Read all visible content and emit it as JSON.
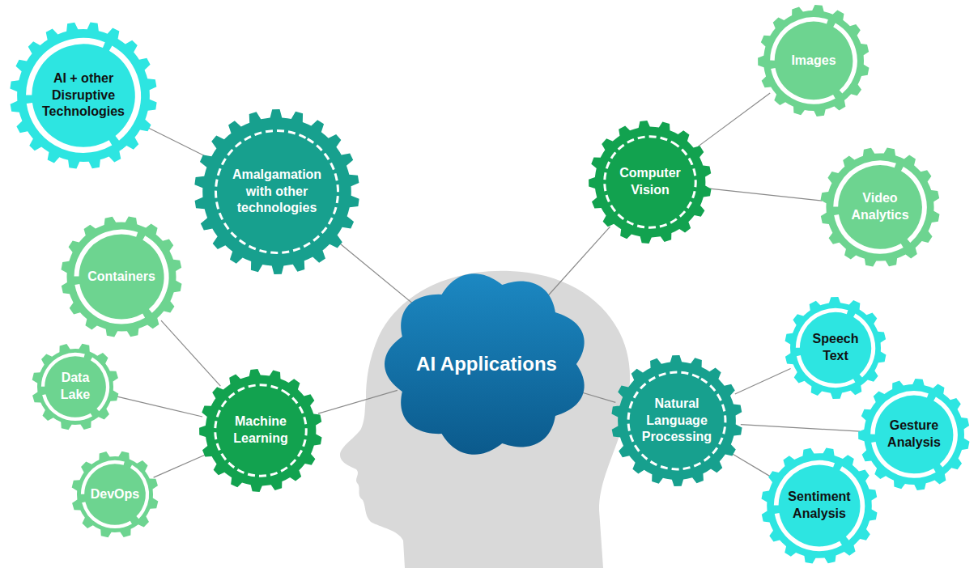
{
  "diagram": {
    "nodes": [
      {
        "text": [
          "AI + other Disruptive Technologies"
        ]
      },
      {
        "text": [
          "Amalgamation with other technologies"
        ]
      },
      {
        "text": [
          "Images"
        ]
      },
      {
        "text": [
          "Computer Vision"
        ]
      },
      {
        "text": [
          "Video Analytics"
        ]
      },
      {
        "text": [
          "Containers"
        ]
      },
      {
        "text": [
          "AI Applications"
        ]
      },
      {
        "text": [
          "Speech Text"
        ]
      },
      {
        "text": [
          "Data Lake"
        ]
      },
      {
        "text": [
          "Machine Learning"
        ]
      },
      {
        "text": [
          "Natural Language Processing"
        ]
      },
      {
        "text": [
          "Gesture Analysis"
        ]
      },
      {
        "text": [
          "DevOps"
        ]
      },
      {
        "text": [
          "Sentiment Analysis"
        ]
      }
    ],
    "edges": [
      {
        "from": 1,
        "to": 0,
        "arrow": "none"
      },
      {
        "from": 6,
        "to": 1,
        "arrow": "none"
      },
      {
        "from": 6,
        "to": 3,
        "arrow": "none"
      },
      {
        "from": 3,
        "to": 2,
        "arrow": "none"
      },
      {
        "from": 3,
        "to": 4,
        "arrow": "none"
      },
      {
        "from": 6,
        "to": 9,
        "arrow": "none"
      },
      {
        "from": 9,
        "to": 5,
        "arrow": "none"
      },
      {
        "from": 9,
        "to": 8,
        "arrow": "none"
      },
      {
        "from": 9,
        "to": 12,
        "arrow": "none"
      },
      {
        "from": 6,
        "to": 10,
        "arrow": "none"
      },
      {
        "from": 10,
        "to": 7,
        "arrow": "none"
      },
      {
        "from": 10,
        "to": 11,
        "arrow": "none"
      },
      {
        "from": 10,
        "to": 13,
        "arrow": "none"
      }
    ]
  }
}
